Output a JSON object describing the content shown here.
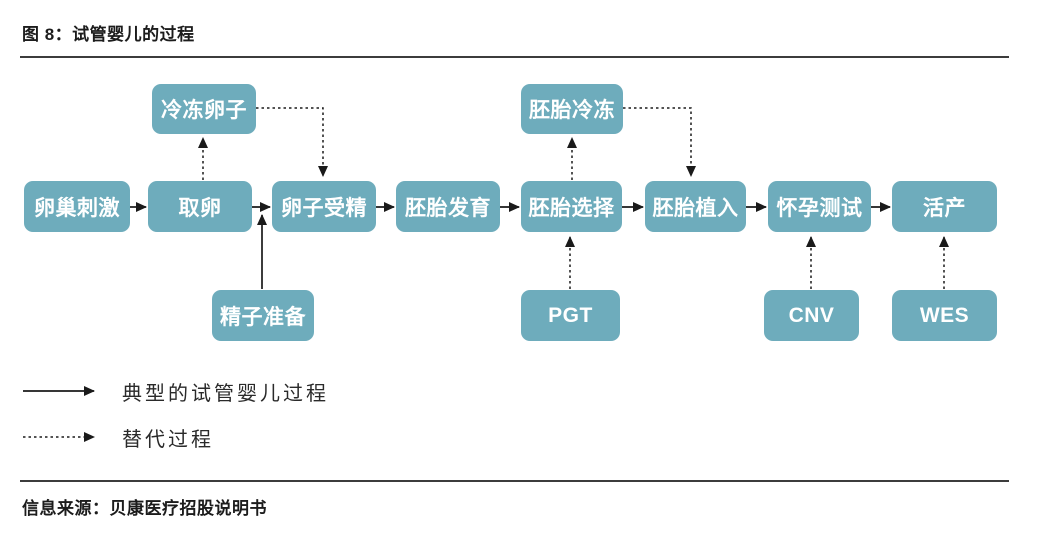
{
  "title": "图 8：试管婴儿的过程",
  "source": "信息来源：贝康医疗招股说明书",
  "colors": {
    "node_fill": "#6EACBC",
    "node_text": "#FFFFFF",
    "line": "#1A1A1A",
    "rule": "#3C3C3C"
  },
  "nodes": {
    "main_flow": [
      "卵巢刺激",
      "取卵",
      "卵子受精",
      "胚胎发育",
      "胚胎选择",
      "胚胎植入",
      "怀孕测试",
      "活产"
    ],
    "top": [
      "冷冻卵子",
      "胚胎冷冻"
    ],
    "bottom": [
      "精子准备",
      "PGT",
      "CNV",
      "WES"
    ]
  },
  "edges": {
    "solid": [
      [
        "卵巢刺激",
        "取卵"
      ],
      [
        "取卵",
        "卵子受精"
      ],
      [
        "卵子受精",
        "胚胎发育"
      ],
      [
        "胚胎发育",
        "胚胎选择"
      ],
      [
        "胚胎选择",
        "胚胎植入"
      ],
      [
        "胚胎植入",
        "怀孕测试"
      ],
      [
        "怀孕测试",
        "活产"
      ],
      [
        "精子准备",
        "卵子受精"
      ]
    ],
    "dashed": [
      [
        "取卵",
        "冷冻卵子"
      ],
      [
        "冷冻卵子",
        "卵子受精"
      ],
      [
        "胚胎选择",
        "胚胎冷冻"
      ],
      [
        "胚胎冷冻",
        "胚胎植入"
      ],
      [
        "PGT",
        "胚胎选择"
      ],
      [
        "CNV",
        "怀孕测试"
      ],
      [
        "WES",
        "活产"
      ]
    ]
  },
  "legend": [
    {
      "style": "solid",
      "label": "典型的试管婴儿过程"
    },
    {
      "style": "dashed",
      "label": "替代过程"
    }
  ]
}
